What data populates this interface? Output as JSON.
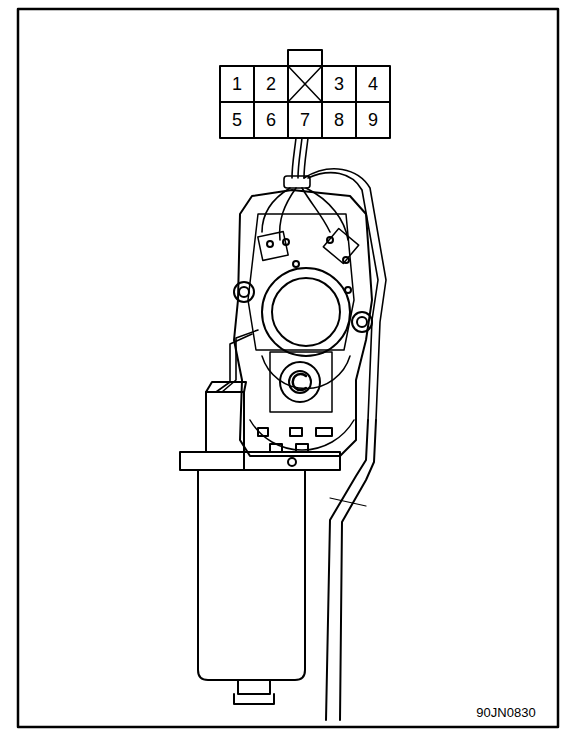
{
  "diagram": {
    "labels": [
      "1",
      "2",
      "3",
      "4",
      "5",
      "6",
      "7",
      "8",
      "9",
      "90JN0830"
    ]
  }
}
